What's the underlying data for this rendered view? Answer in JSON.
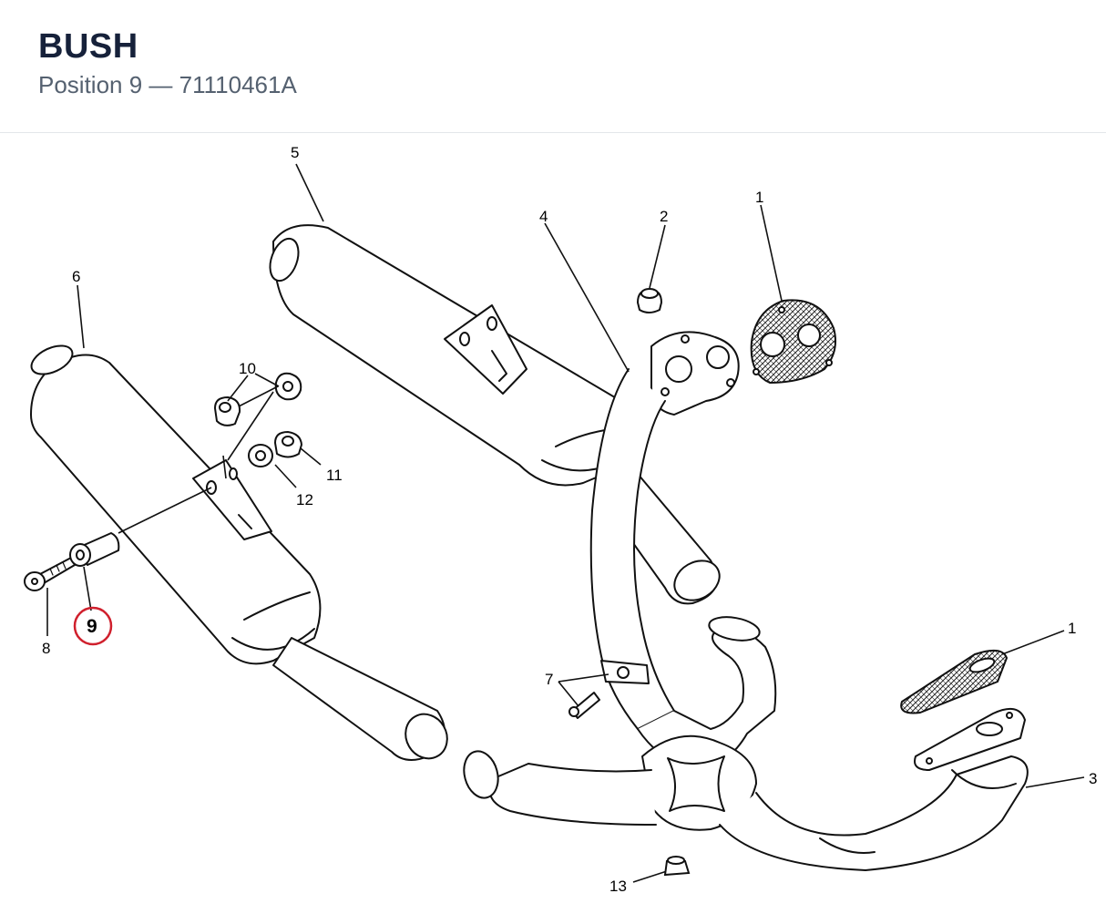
{
  "header": {
    "title": "BUSH",
    "subtitle": "Position 9 — 71110461A"
  },
  "diagram": {
    "selected_position": "9",
    "highlight_color": "#d0202d",
    "callouts": {
      "c1a": "1",
      "c1b": "1",
      "c2": "2",
      "c3": "3",
      "c4": "4",
      "c5": "5",
      "c6": "6",
      "c7": "7",
      "c8": "8",
      "c9": "9",
      "c10": "10",
      "c11": "11",
      "c12": "12",
      "c13": "13"
    }
  }
}
